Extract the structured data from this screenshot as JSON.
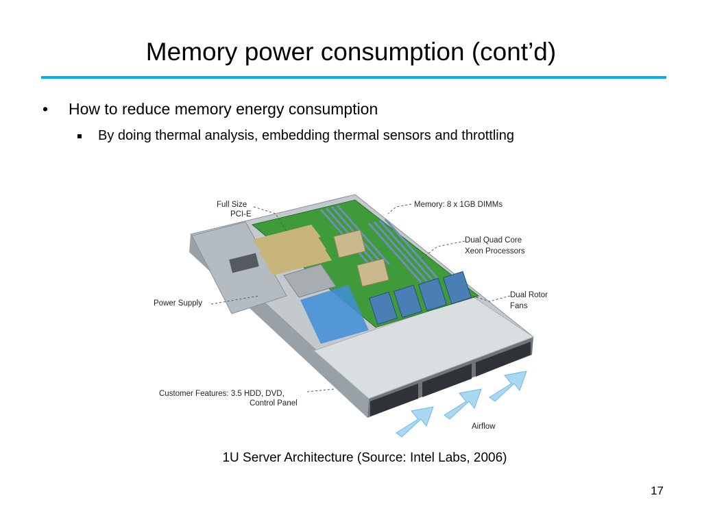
{
  "slide": {
    "title": "Memory power consumption (cont’d)",
    "bullets": [
      {
        "marker": "•",
        "text": "How to reduce memory energy consumption",
        "sub": [
          {
            "text": "By doing thermal analysis, embedding thermal sensors and throttling"
          }
        ]
      }
    ],
    "figure": {
      "labels": {
        "pcie_line1": "Full Size",
        "pcie_line2": "PCI-E",
        "memory": "Memory: 8 x 1GB DIMMs",
        "cpu_line1": "Dual Quad Core",
        "cpu_line2": "Xeon Processors",
        "fans_line1": "Dual Rotor",
        "fans_line2": "Fans",
        "power": "Power Supply",
        "customer_line1": "Customer Features: 3.5 HDD, DVD,",
        "customer_line2": "Control Panel",
        "airflow": "Airflow"
      }
    },
    "caption": "1U Server Architecture (Source: Intel Labs, 2006)",
    "page_number": "17"
  },
  "colors": {
    "accent_rule": "#00b0f0",
    "board": "#3f9a3a",
    "chassis": "#c9cfd3",
    "airflow_arrow": "#a8d8f2"
  }
}
